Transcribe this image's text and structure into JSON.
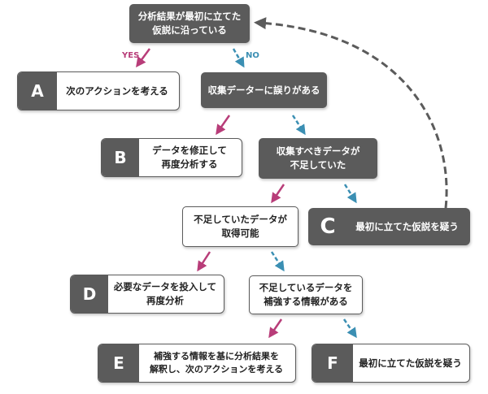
{
  "colors": {
    "yes": "#b83d79",
    "no": "#3b8fb3",
    "node_dark": "#5b5b5b",
    "feedback": "#5b5b5b"
  },
  "labels": {
    "yes": "YES",
    "no": "NO"
  },
  "questions": {
    "q1": "分析結果が最初に立てた\n仮説に沿っている",
    "q2": "収集データーに誤りがある",
    "q3": "収集すべきデータが\n不足していた",
    "q4": "不足していたデータが\n取得可能",
    "q5": "不足しているデータを\n補強する情報がある"
  },
  "results": {
    "a": {
      "letter": "A",
      "text": "次のアクションを考える"
    },
    "b": {
      "letter": "B",
      "text": "データを修正して\n再度分析する"
    },
    "c": {
      "letter": "C",
      "text": "最初に立てた仮説を疑う"
    },
    "d": {
      "letter": "D",
      "text": "必要なデータを投入して\n再度分析"
    },
    "e": {
      "letter": "E",
      "text": "補強する情報を基に分析結果を\n解釈し、次のアクションを考える"
    },
    "f": {
      "letter": "F",
      "text": "最初に立てた仮説を疑う"
    }
  }
}
